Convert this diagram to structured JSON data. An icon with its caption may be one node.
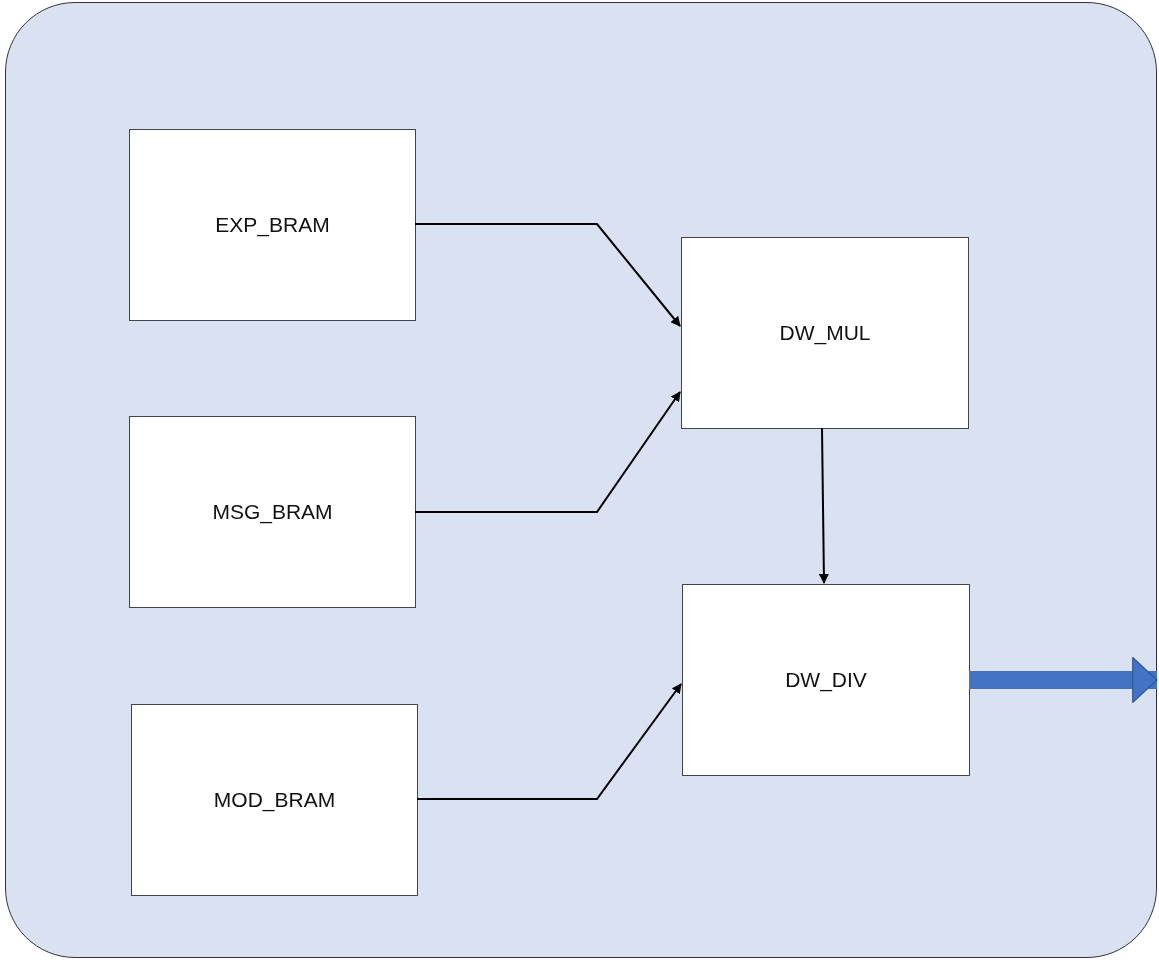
{
  "diagram": {
    "nodes": [
      {
        "text": [],
        "shape": "box"
      },
      {
        "text": [
          "EXP_BRAM"
        ],
        "in": 0
      },
      {
        "text": [
          "DW_MUL"
        ],
        "in": 0
      },
      {
        "text": [
          "MSG_BRAM"
        ],
        "in": 0
      },
      {
        "text": [
          "DW_DIV"
        ],
        "in": 0
      },
      {
        "text": [
          "MOD_BRAM"
        ],
        "in": 0
      }
    ],
    "edges": [
      {
        "from": 1,
        "to": 2,
        "arrow": "to"
      },
      {
        "from": 3,
        "to": 2,
        "arrow": "to"
      },
      {
        "from": 2,
        "to": 4,
        "arrow": "to"
      },
      {
        "from": 5,
        "to": 4,
        "arrow": "to"
      },
      {
        "from": 4,
        "to": null,
        "arrow": "to",
        "style": "thick",
        "color": "#4472c4"
      }
    ]
  }
}
